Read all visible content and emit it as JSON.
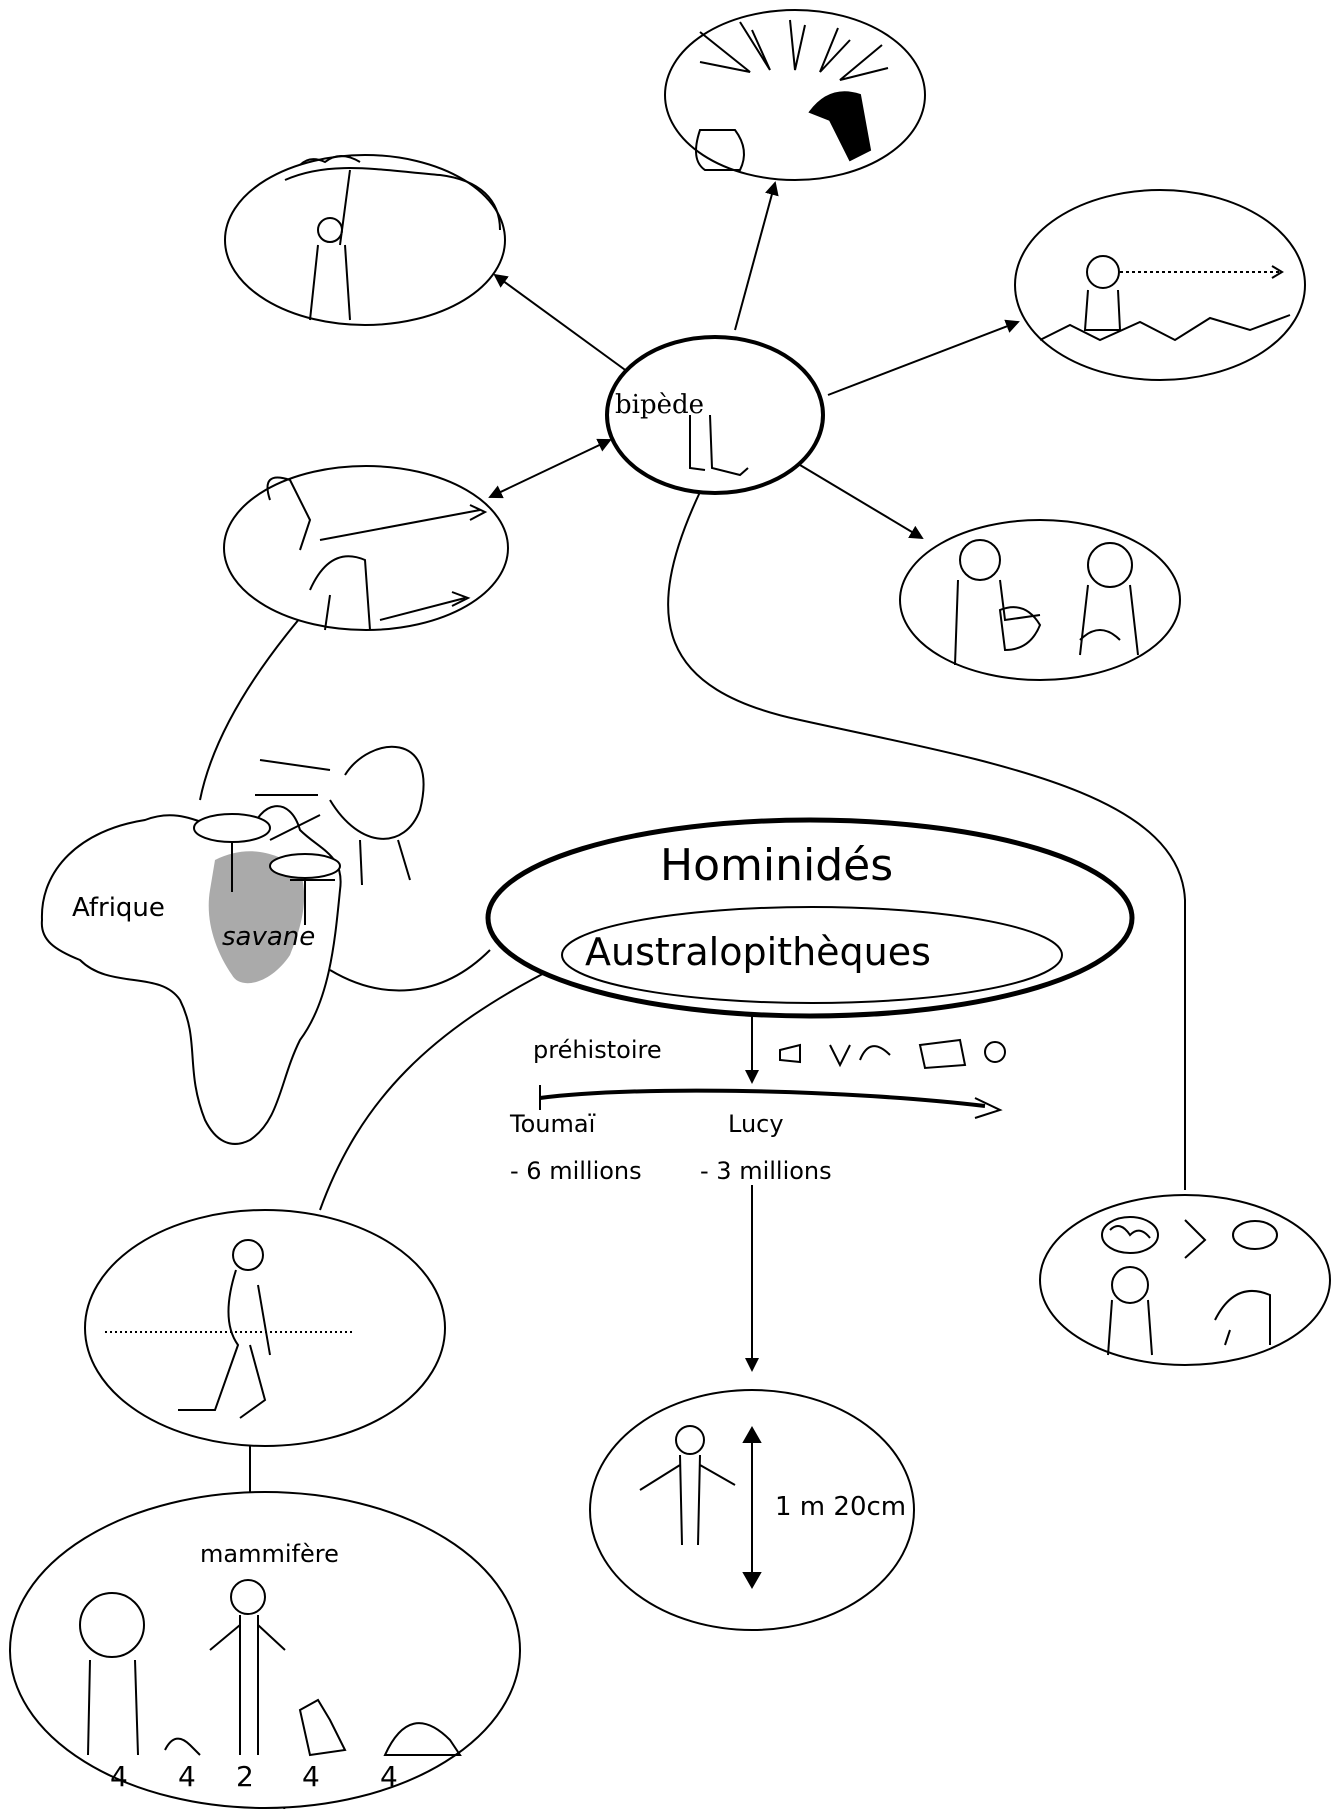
{
  "concept_map": {
    "center": {
      "title": "Hominidés",
      "subtitle": "Australopithèques"
    },
    "bipede_node": {
      "label": "bipède"
    },
    "africa": {
      "region_label": "Afrique",
      "zone_label": "savane"
    },
    "timeline": {
      "era_label": "préhistoire",
      "events": [
        {
          "name": "Toumaï",
          "date": "- 6 millions"
        },
        {
          "name": "Lucy",
          "date": "- 3 millions"
        }
      ]
    },
    "height_node": {
      "label": "1 m 20cm"
    },
    "mammal_node": {
      "label": "mammifère",
      "leg_counts": [
        "4",
        "4",
        "2",
        "4",
        "4"
      ]
    }
  }
}
